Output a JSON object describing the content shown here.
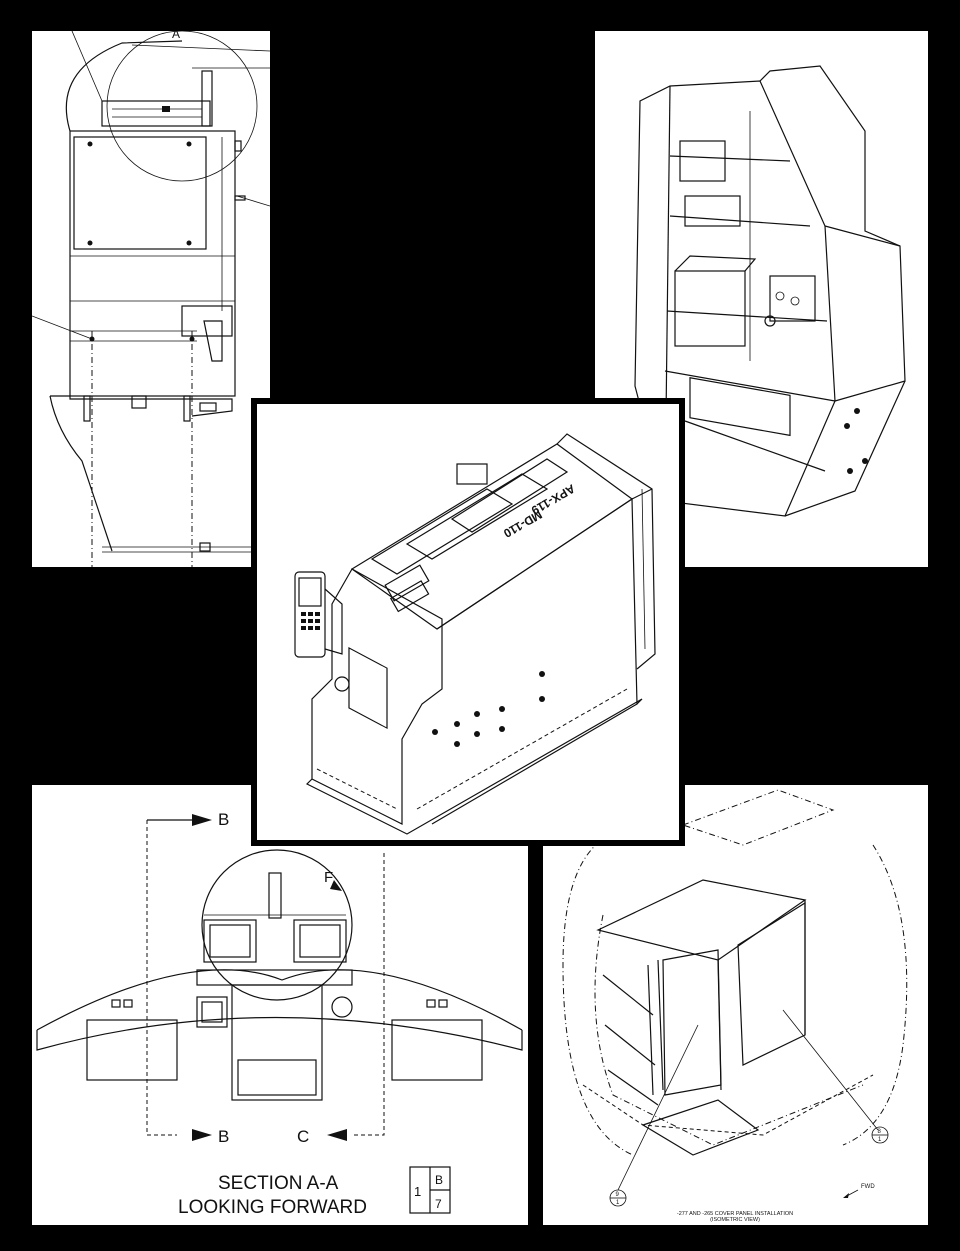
{
  "figure": {
    "views": [
      {
        "id": "top-left",
        "label": "A"
      },
      {
        "id": "top-right"
      },
      {
        "id": "center",
        "stencils": [
          "APX-119",
          "MD-110"
        ]
      },
      {
        "id": "bottom-left",
        "section_markers": [
          "B",
          "B",
          "C"
        ],
        "detail_marker": "F",
        "caption_line1": "SECTION A-A",
        "caption_line2": "LOOKING FORWARD",
        "sheet_ref": {
          "index": "1",
          "zone": "B",
          "sheet": "7"
        }
      },
      {
        "id": "bottom-right",
        "caption_line1": "-277 AND -265 COVER PANEL INSTALLATION",
        "caption_line2": "(ISOMETRIC VIEW)",
        "direction_label": "FWD",
        "balloons": [
          {
            "top": "9",
            "bottom": "1"
          },
          {
            "top": "8",
            "bottom": "1"
          }
        ]
      }
    ]
  }
}
